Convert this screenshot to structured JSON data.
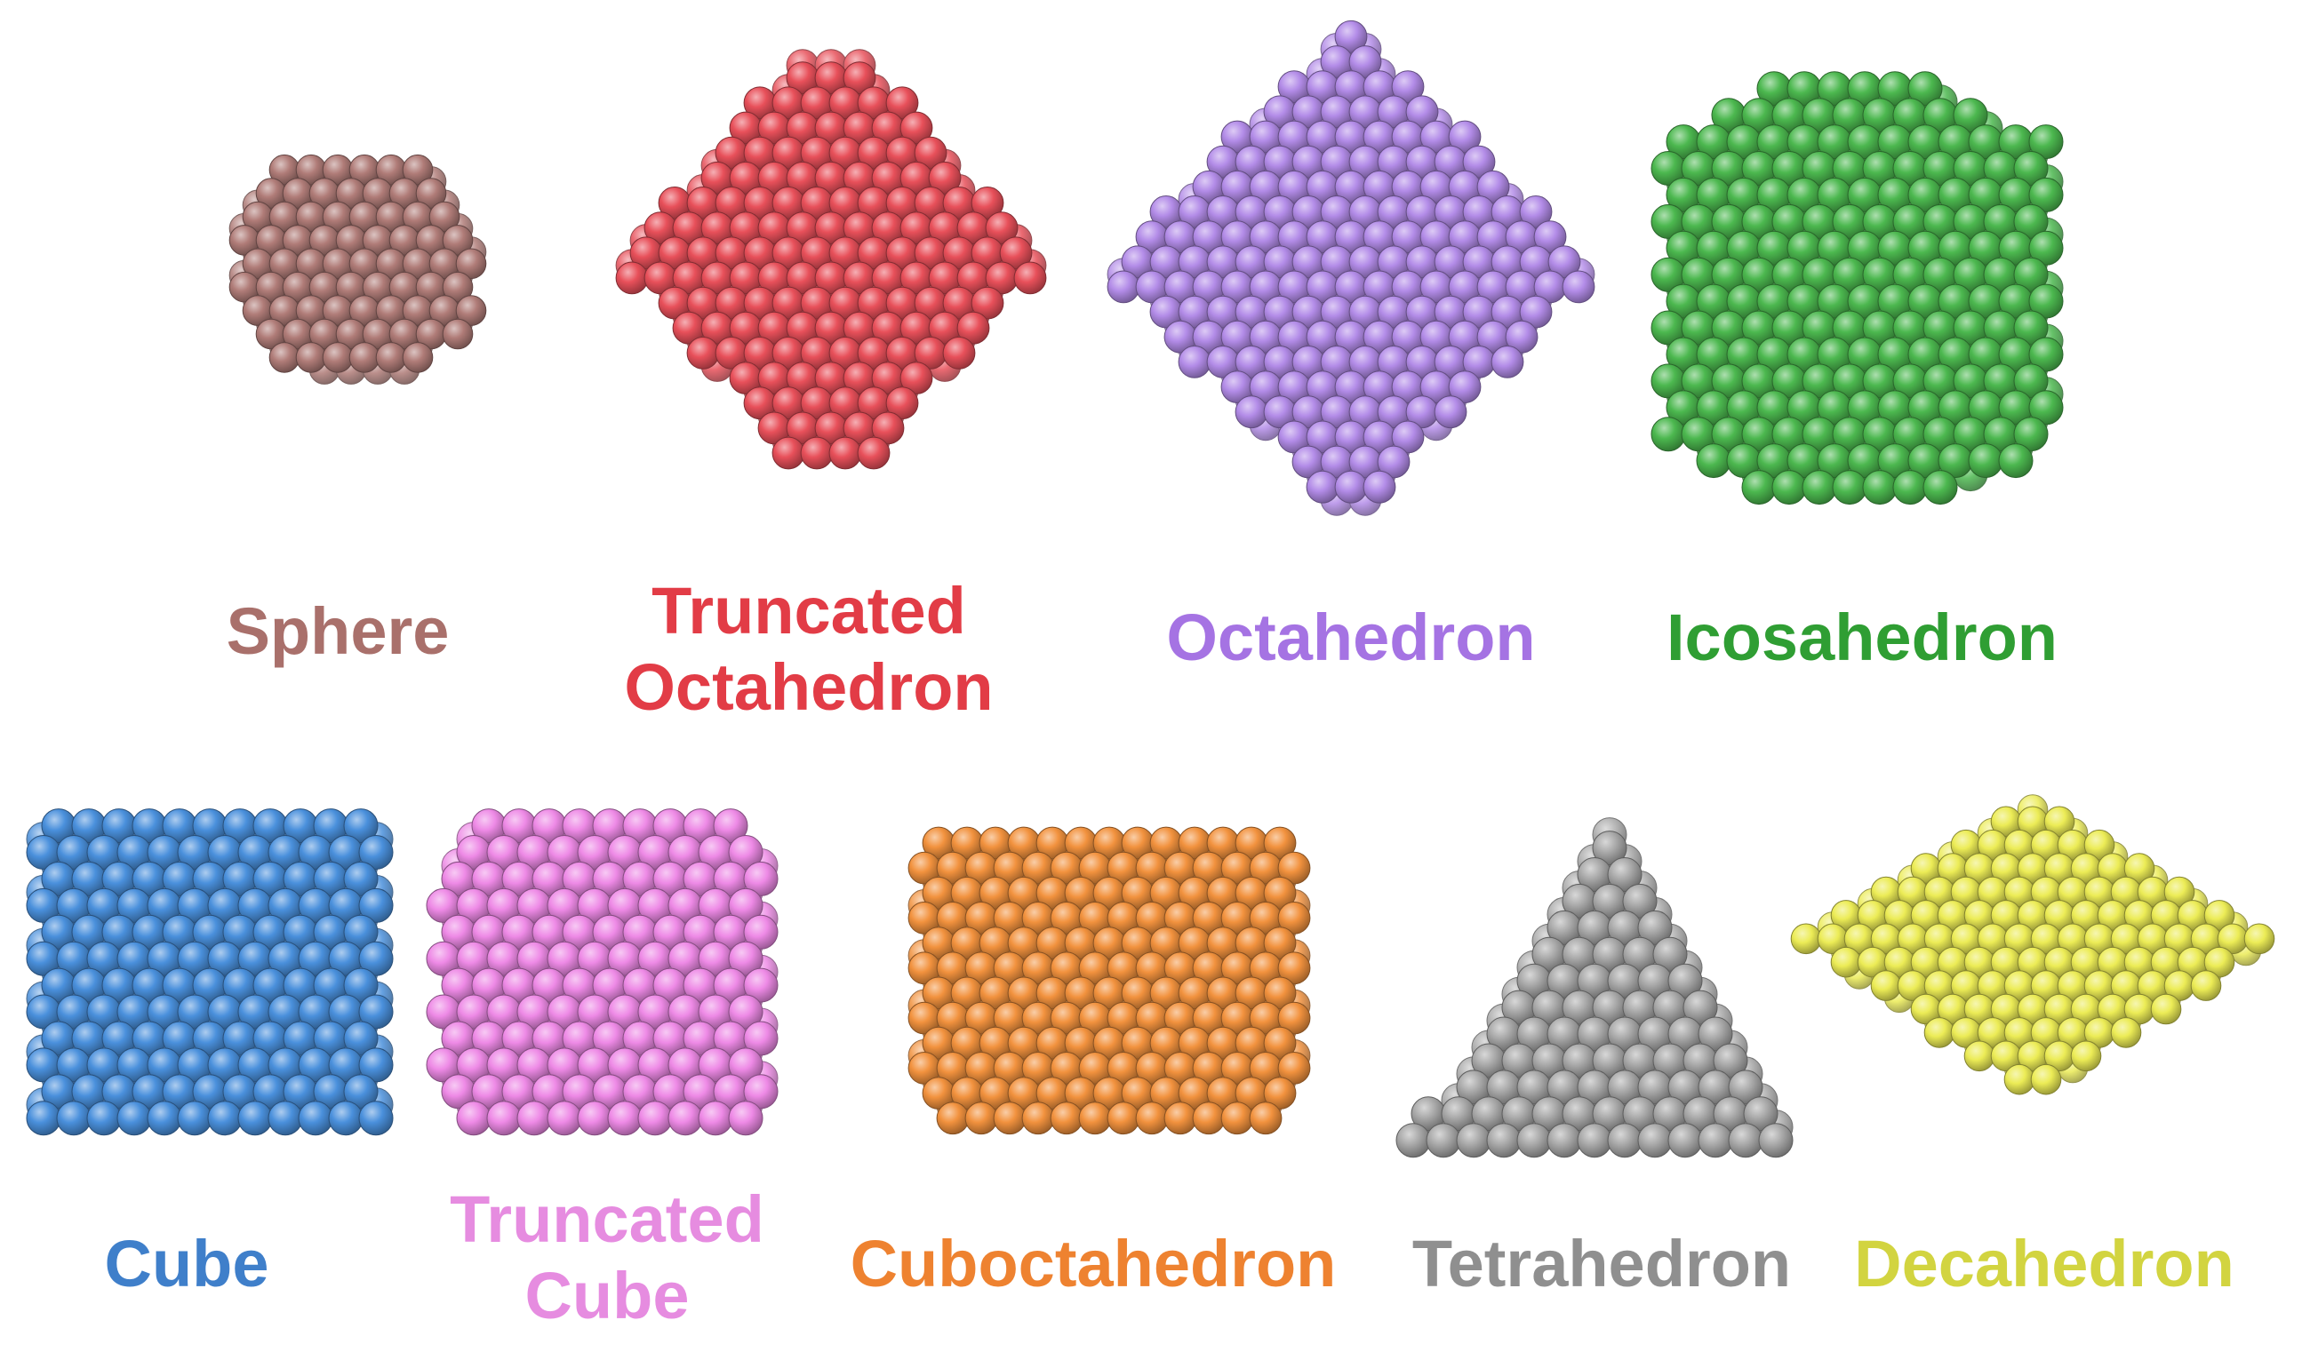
{
  "shapes": [
    {
      "id": "sphere",
      "name": "Sphere",
      "lines": [
        "Sphere"
      ],
      "color": "#b07c78",
      "label_color": "#a9706b"
    },
    {
      "id": "truncated-octahedron",
      "name": "Truncated Octahedron",
      "lines": [
        "Truncated",
        "Octahedron"
      ],
      "color": "#e8505a",
      "label_color": "#e23c46"
    },
    {
      "id": "octahedron",
      "name": "Octahedron",
      "lines": [
        "Octahedron"
      ],
      "color": "#b38ce8",
      "label_color": "#a573e3"
    },
    {
      "id": "icosahedron",
      "name": "Icosahedron",
      "lines": [
        "Icosahedron"
      ],
      "color": "#4cb84f",
      "label_color": "#2f9e33"
    },
    {
      "id": "cube",
      "name": "Cube",
      "lines": [
        "Cube"
      ],
      "color": "#4a90dc",
      "label_color": "#3f7fca"
    },
    {
      "id": "truncated-cube",
      "name": "Truncated Cube",
      "lines": [
        "Truncated",
        "Cube"
      ],
      "color": "#ee8ae6",
      "label_color": "#e68ce0"
    },
    {
      "id": "cuboctahedron",
      "name": "Cuboctahedron",
      "lines": [
        "Cuboctahedron"
      ],
      "color": "#f2923e",
      "label_color": "#ee8230"
    },
    {
      "id": "tetrahedron",
      "name": "Tetrahedron",
      "lines": [
        "Tetrahedron"
      ],
      "color": "#a9a9a9",
      "label_color": "#8f8f8f"
    },
    {
      "id": "decahedron",
      "name": "Decahedron",
      "lines": [
        "Decahedron"
      ],
      "color": "#ecec56",
      "label_color": "#d2d440"
    }
  ]
}
